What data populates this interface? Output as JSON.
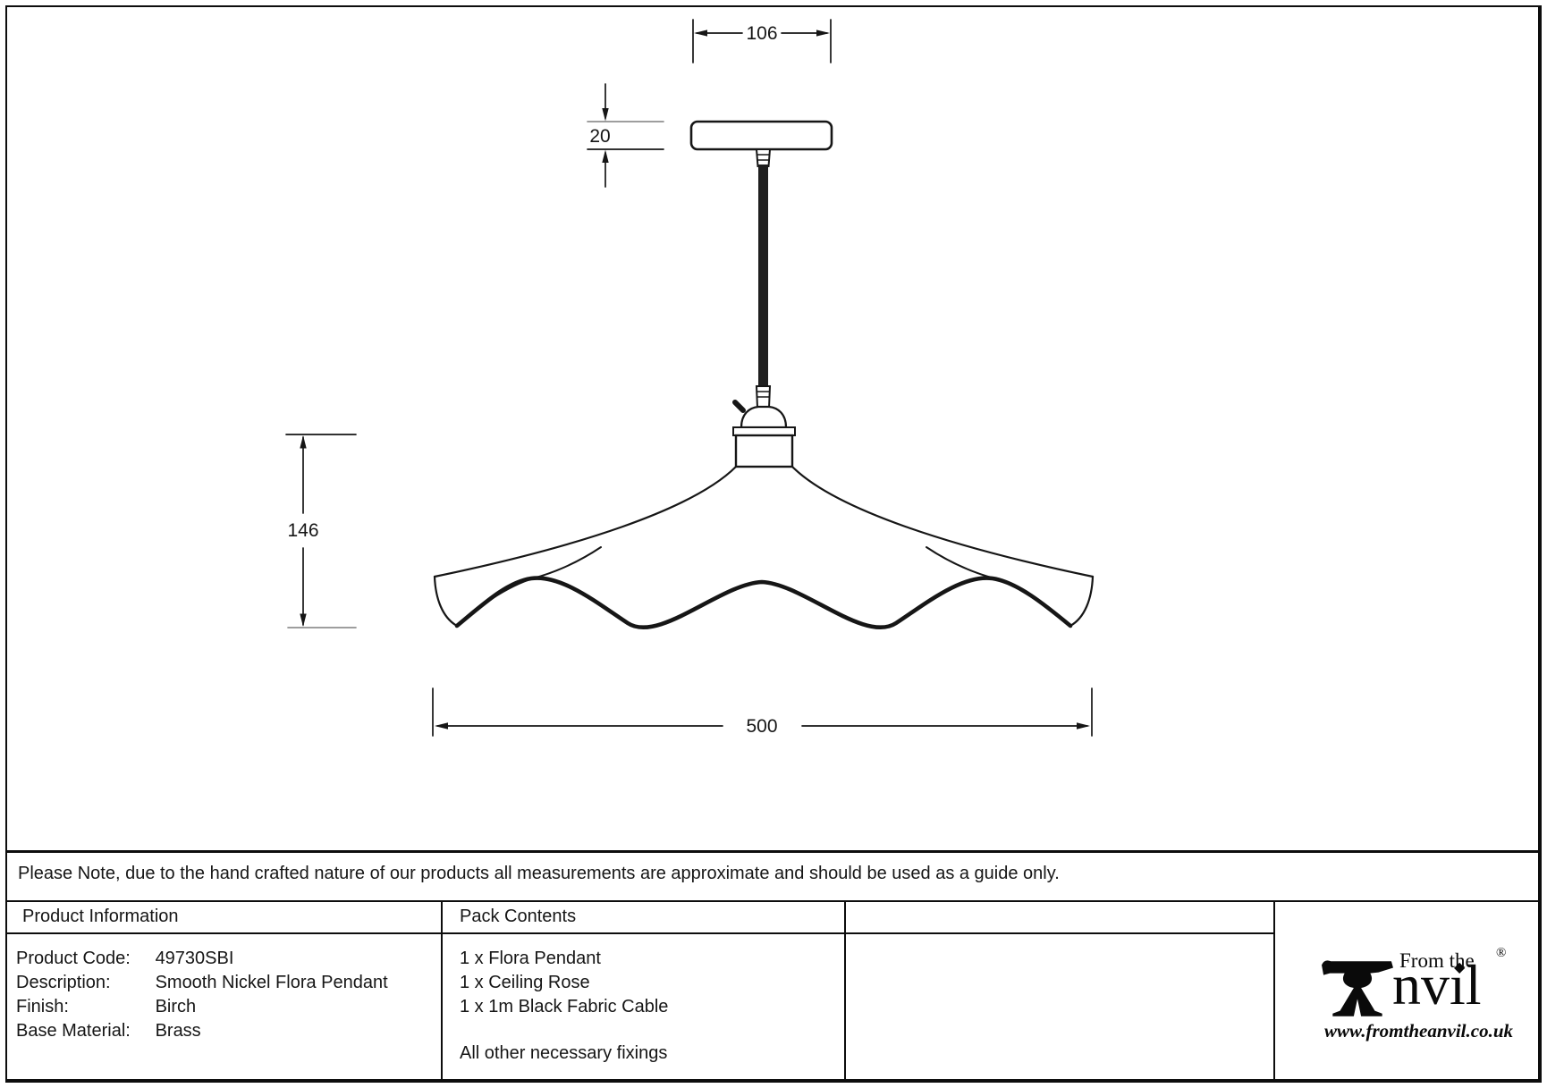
{
  "drawing": {
    "dim_rose_width": "106",
    "dim_rose_height": "20",
    "dim_shade_height": "146",
    "dim_shade_diameter": "500"
  },
  "note": "Please Note, due to the hand crafted nature of our products all measurements are approximate and should be used as a guide only.",
  "table": {
    "product_info": {
      "header": "Product Information",
      "rows": [
        {
          "label": "Product Code:",
          "value": "49730SBI"
        },
        {
          "label": "Description:",
          "value": "Smooth Nickel Flora Pendant"
        },
        {
          "label": "Finish:",
          "value": "Birch"
        },
        {
          "label": "Base Material:",
          "value": "Brass"
        }
      ]
    },
    "pack_contents": {
      "header": "Pack Contents",
      "items": [
        "1 x Flora Pendant",
        "1 x Ceiling Rose",
        "1 x 1m Black Fabric Cable",
        "All other necessary fixings"
      ]
    }
  },
  "logo": {
    "from_the": "From the",
    "anvil_letters": "nvıl",
    "registered": "®",
    "website": "www.fromtheanvil.co.uk"
  },
  "colors": {
    "line": "#161616",
    "gray_line": "#909090",
    "cable": "#1f1f1f"
  }
}
